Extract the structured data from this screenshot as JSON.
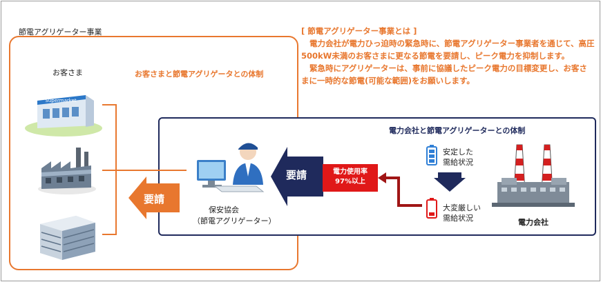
{
  "project_label": "節電アグリゲーター事業",
  "customer_label": "お客さま",
  "customer_relation_title": "お客さまと節電アグリゲータとの体制",
  "description": {
    "heading": "[ 節電アグリゲーター事業とは ]",
    "para1": "電力会社が電力ひっ迫時の緊急時に、節電アグリゲーター事業者を通じて、高圧500kW未満のお客さまに更なる節電を要請し、ピーク電力を抑制します。",
    "para2": "緊急時にアグリゲーターは、事前に協議したピーク電力の目標変更し、お客さまに一時的な節電(可能な範囲)をお願いします。"
  },
  "power_relation_title": "電力会社と節電アグリゲーターとの体制",
  "request_label_right": "要請",
  "request_label_left": "要請",
  "usage_rate_label": "電力使用率",
  "usage_rate_value": "97%以上",
  "stable_label_1": "安定した",
  "stable_label_2": "需給状況",
  "severe_label_1": "大変厳しい",
  "severe_label_2": "需給状況",
  "power_company_label": "電力会社",
  "aggregator_label_1": "保安協会",
  "aggregator_label_2": "（節電アグリゲーター）",
  "store_sign": "Supermarket",
  "colors": {
    "orange": "#e8772e",
    "navy": "#1f2a5c",
    "red": "#e01818",
    "battery_blue": "#2f7fd6"
  }
}
